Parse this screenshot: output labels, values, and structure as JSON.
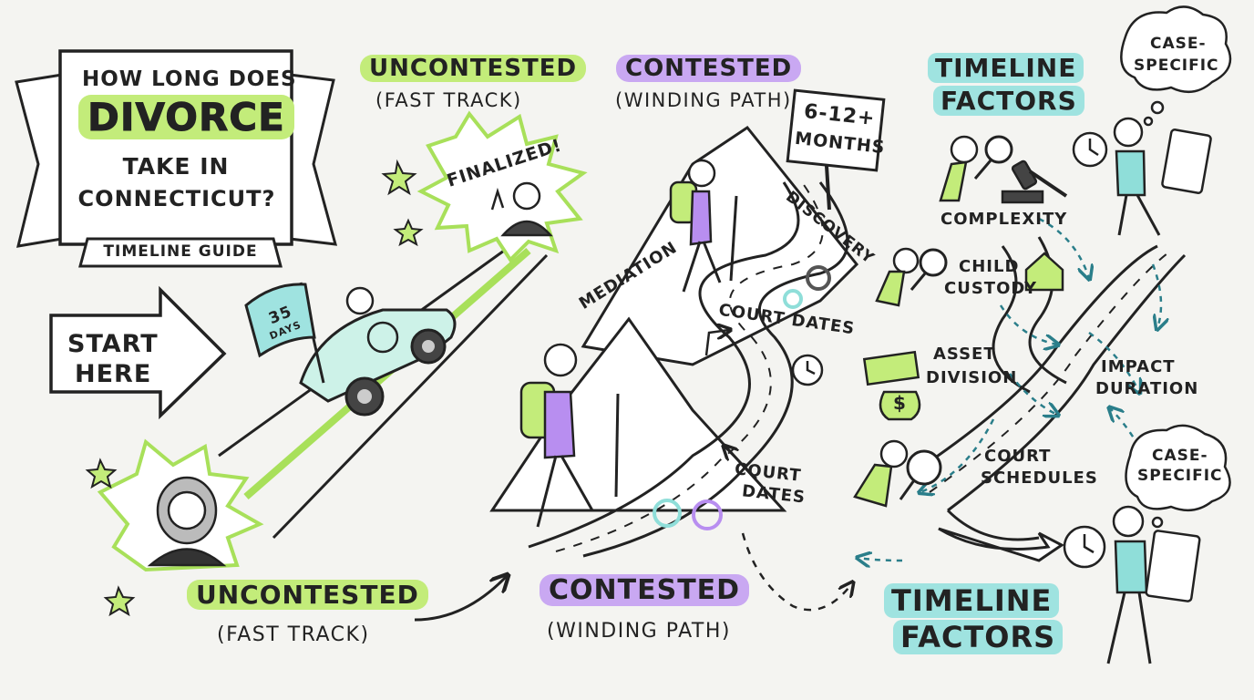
{
  "title": {
    "line1": "HOW LONG DOES",
    "line2": "DIVORCE",
    "line3": "TAKE IN",
    "line4": "CONNECTICUT?",
    "ribbon": "TIMELINE GUIDE"
  },
  "start": {
    "line1": "START",
    "line2": "HERE"
  },
  "uncontested_top": {
    "title": "UNCONTESTED",
    "subtitle": "(FAST TRACK)"
  },
  "uncontested_bottom": {
    "title": "UNCONTESTED",
    "subtitle": "(FAST TRACK)"
  },
  "contested_top": {
    "title": "CONTESTED",
    "subtitle": "(WINDING PATH)"
  },
  "contested_bottom": {
    "title": "CONTESTED",
    "subtitle": "(WINDING PATH)"
  },
  "finalized": "FINALIZED!",
  "flag": {
    "line1": "35",
    "line2": "DAYS"
  },
  "sign": {
    "line1": "6-12+",
    "line2": "MONTHS"
  },
  "path_labels": {
    "mediation": "MEDIATION",
    "discovery": "DISCOVERY",
    "court_dates_1": "COURT DATES",
    "court_dates_2_l1": "COURT",
    "court_dates_2_l2": "DATES"
  },
  "factors_top": {
    "line1": "TIMELINE",
    "line2": "FACTORS"
  },
  "factors_bottom": {
    "line1": "TIMELINE",
    "line2": "FACTORS"
  },
  "case_specific_top": {
    "line1": "CASE-",
    "line2": "SPECIFIC"
  },
  "case_specific_bottom": {
    "line1": "CASE-",
    "line2": "SPECIFIC"
  },
  "factors": {
    "complexity": "COMPLEXITY",
    "child_1": "CHILD",
    "child_2": "CUSTODY",
    "asset_1": "ASSET",
    "asset_2": "DIVISION",
    "court_1": "COURT",
    "court_2": "SCHEDULES",
    "impact_1": "IMPACT",
    "impact_2": "DURATION"
  },
  "colors": {
    "green": "#c3ec7a",
    "purple": "#b88ef0",
    "teal": "#8fded9",
    "ink": "#222222"
  },
  "icons": [
    "star-icon",
    "car-icon",
    "flag-icon",
    "judge-icon",
    "hiker-icon",
    "mountain-icon",
    "sign-icon",
    "clock-icon",
    "gear-icon",
    "magnifier-icon",
    "gavel-icon",
    "house-icon",
    "money-icon",
    "stopwatch-icon",
    "clipboard-icon",
    "thought-cloud-icon"
  ]
}
